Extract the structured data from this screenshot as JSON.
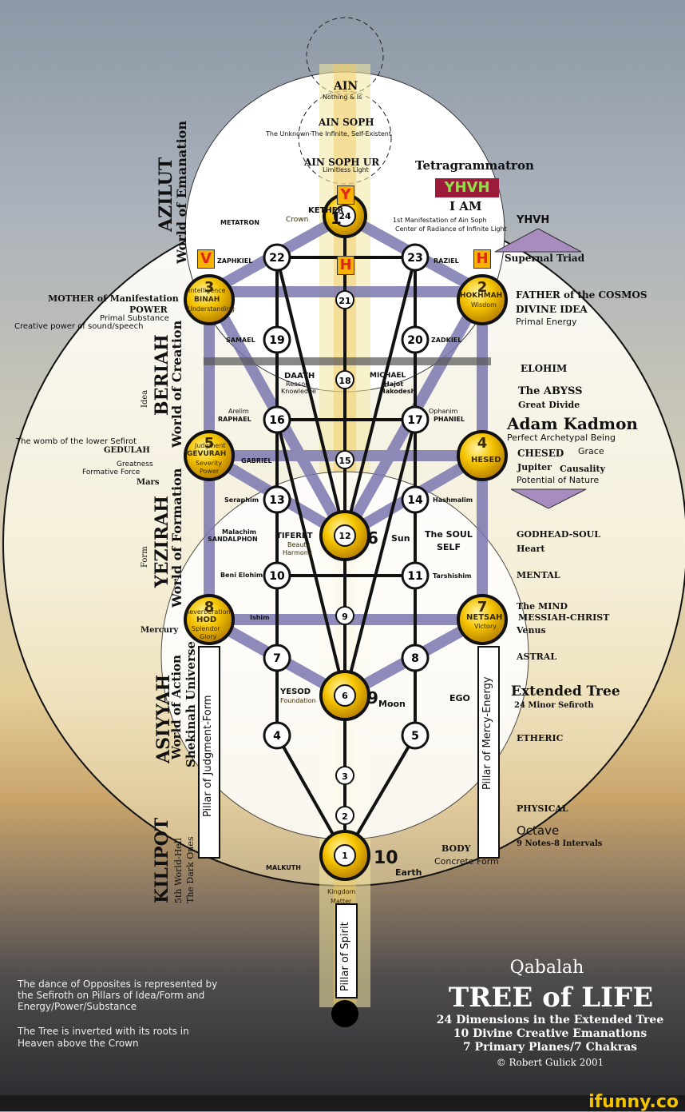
{
  "top": {
    "ain": "AIN",
    "ain_sub": "Nothing & Is",
    "ain_soph": "AIN SOPH",
    "ain_soph_sub": "The Unknown-The Infinite, Self-Existent",
    "ain_soph_ur": "AIN SOPH UR",
    "ain_soph_ur_sub": "Limitless Light"
  },
  "tetragrammaton": {
    "title": "Tetragrammatron",
    "yhvh_box": "YHVH",
    "i_am": "I AM",
    "manifest_1": "1st Manifestation of Ain Soph",
    "manifest_2": "Center of Radiance of Infinite Light",
    "yhvh_label": "YHVH",
    "supernal": "Supernal Triad"
  },
  "letters": {
    "y": "Y",
    "h1": "H",
    "v": "V",
    "h2": "H"
  },
  "worlds": [
    {
      "name": "AZILUT",
      "sub": "World of Emanation",
      "tag": ""
    },
    {
      "name": "BERIAH",
      "sub": "World of Creation",
      "tag": "Idea"
    },
    {
      "name": "YEZIRAH",
      "sub": "World of Formation",
      "tag": "Form"
    },
    {
      "name": "ASIYYAH",
      "sub": "World of Action",
      "sub2": "Shekinah Universe"
    },
    {
      "name": "KILIPOT",
      "sub": "5th World-Hell",
      "sub2": "The Dark Ones"
    }
  ],
  "sephiroth": [
    {
      "num": "1",
      "name": "KETHER",
      "sub": "Crown",
      "inner": "24"
    },
    {
      "num": "2",
      "name": "HOKHMAH",
      "sub": "Wisdom"
    },
    {
      "num": "3",
      "name": "BINAH",
      "sub": "Understanding",
      "pre": "Intelligence"
    },
    {
      "num": "4",
      "name": "HESED",
      "sub": ""
    },
    {
      "num": "5",
      "name": "GEVURAH",
      "sub": "Severity",
      "pre": "Judgment",
      "post": "Power"
    },
    {
      "num": "6",
      "name": "TIFERET",
      "sub": "Beauty",
      "post": "Harmony",
      "inner": "12"
    },
    {
      "num": "7",
      "name": "NETSAH",
      "sub": "Victory"
    },
    {
      "num": "8",
      "name": "HOD",
      "sub": "Splendor",
      "pre": "Reverberation",
      "post": "Glory"
    },
    {
      "num": "9",
      "name": "YESOD",
      "sub": "Foundation",
      "inner": "6"
    },
    {
      "num": "10",
      "name": "MALKUTH",
      "sub": "Kingdom",
      "post": "Matter",
      "inner": "1"
    }
  ],
  "minor_nodes": [
    "2",
    "3",
    "4",
    "5",
    "7",
    "8",
    "9",
    "10",
    "11",
    "13",
    "14",
    "15",
    "16",
    "17",
    "18",
    "19",
    "20",
    "21",
    "22",
    "23"
  ],
  "angels": {
    "metatron": "METATRON",
    "zaphkiel": "ZAPHKIEL",
    "raziel": "RAZIEL",
    "samael": "SAMAEL",
    "zadkiel": "ZADKIEL",
    "daath": "DAATH",
    "daath_sub1": "Reason",
    "daath_sub2": "Knowledge",
    "michael": "MICHAEL",
    "hajot": "Hajot",
    "hakodesh": "Hakodesh",
    "arelim": "Arelim",
    "raphael": "RAPHAEL",
    "ophanim": "Ophanim",
    "phaniel": "PHANIEL",
    "gabriel": "GABRIEL",
    "seraphim": "Seraphim",
    "hashmalim": "Hashmalim",
    "malachim": "Malachim",
    "sandalphon": "SANDALPHON",
    "sun": "Sun",
    "soul": "The SOUL",
    "self": "SELF",
    "beni_elohim": "Beni Elohim",
    "tarshishim": "Tarshishim",
    "ishim": "Ishim",
    "moon": "Moon",
    "ego": "EGO",
    "earth": "Earth"
  },
  "left_notes": {
    "mother": "MOTHER of Manifestation",
    "power": "POWER",
    "primal_substance": "Primal Substance",
    "creative": "Creative power of sound/speech",
    "womb": "The womb of the lower Sefirot",
    "gedulah": "GEDULAH",
    "greatness": "Greatness",
    "formative": "Formative Force",
    "mars": "Mars",
    "mercury": "Mercury"
  },
  "right_notes": {
    "father": "FATHER of the COSMOS",
    "divine_idea": "DIVINE IDEA",
    "primal_energy": "Primal Energy",
    "elohim": "ELOHIM",
    "abyss": "The ABYSS",
    "great_divide": "Great Divide",
    "adam": "Adam Kadmon",
    "perfect": "Perfect Archetypal  Being",
    "chesed": "CHESED",
    "grace": "Grace",
    "jupiter": "Jupiter",
    "causality": "Causality",
    "potential": "Potential of Nature",
    "godhead": "GODHEAD-SOUL",
    "heart": "Heart",
    "mental": "MENTAL",
    "mind": "The MIND",
    "messiah": "MESSIAH-CHRIST",
    "venus": "Venus",
    "astral": "ASTRAL",
    "extended": "Extended Tree",
    "minor": "24 Minor Sefiroth",
    "etheric": "ETHERIC",
    "physical": "PHYSICAL",
    "octave": "Octave",
    "notes": "9 Notes-8 Intervals",
    "body": "BODY",
    "concrete": "Concrete Form"
  },
  "pillars": {
    "judgment": "Pillar of Judgment-Form",
    "mercy": "Pillar of Mercy-Energy",
    "spirit": "Pillar of Spirit"
  },
  "footer": {
    "dance_1": "The dance of Opposites is represented by",
    "dance_2": "the Sefiroth on Pillars of Idea/Form and",
    "dance_3": "Energy/Power/Substance",
    "inverted_1": "The Tree is inverted with its roots in",
    "inverted_2": "Heaven above the Crown",
    "qabalah": "Qabalah",
    "title": "TREE of LIFE",
    "line1": "24 Dimensions in the Extended Tree",
    "line2": "10 Divine Creative Emanations",
    "line3": "7 Primary Planes/7 Chakras",
    "copyright": "© Robert Gulick 2001"
  },
  "watermark": "ifunny.co",
  "colors": {
    "gold": "#f2b705",
    "path_purple": "#7b78b0",
    "yhvh_box": "#9c1a3a",
    "yhvh_text": "#8fe04a",
    "triad": "#a88cc0",
    "letter_red": "#e0261b"
  }
}
